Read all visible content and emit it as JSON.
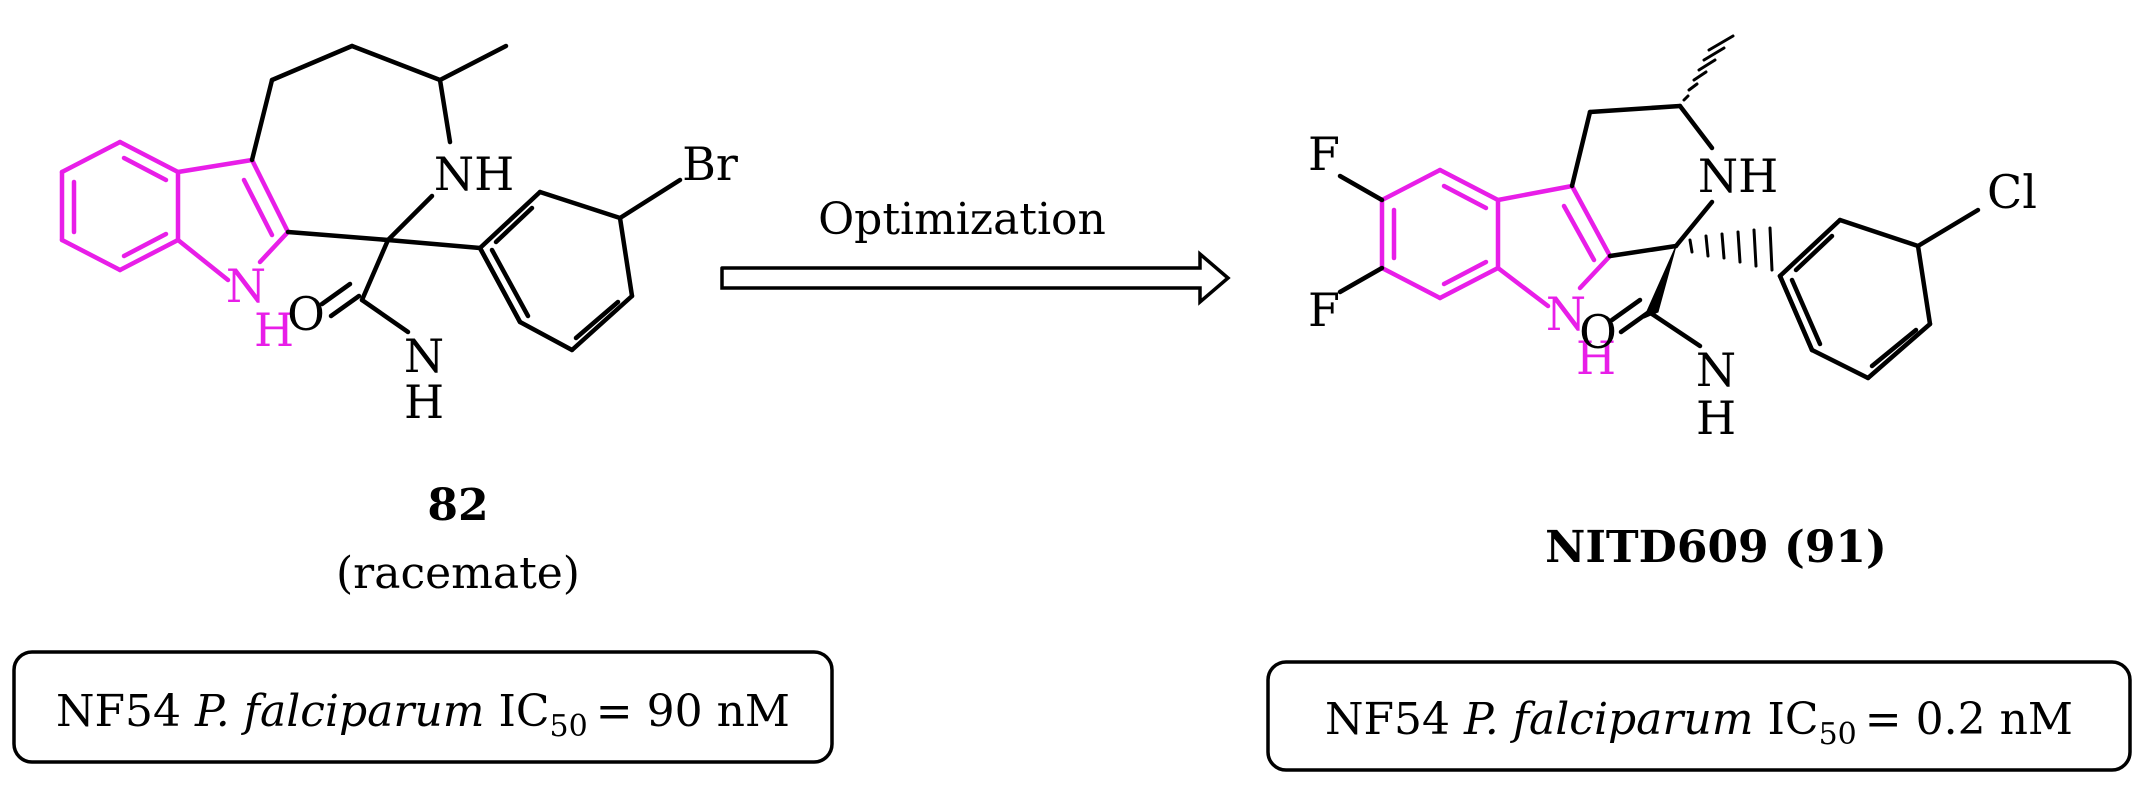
{
  "colors": {
    "bond": "#000000",
    "highlight": "#e81ee8",
    "background": "#ffffff"
  },
  "reaction": {
    "arrow_label": "Optimization"
  },
  "compound_left": {
    "number": "82",
    "note": "(racemate)",
    "atoms": {
      "n_indole": "N",
      "h_indole": "H",
      "nh_ring": "NH",
      "oxygen": "O",
      "n_lactam": "N",
      "h_lactam": "H",
      "halogen": "Br"
    },
    "assay": {
      "strain": "NF54",
      "species": "P. falciparum",
      "metric": "IC",
      "metric_sub": "50",
      "equals": "=",
      "value": "90 nM"
    }
  },
  "compound_right": {
    "name": "NITD609",
    "number": "(91)",
    "atoms": {
      "f_top": "F",
      "f_bottom": "F",
      "n_indole": "N",
      "h_indole": "H",
      "nh_ring": "NH",
      "oxygen": "O",
      "n_lactam": "N",
      "h_lactam": "H",
      "halogen": "Cl"
    },
    "assay": {
      "strain": "NF54",
      "species": "P. falciparum",
      "metric": "IC",
      "metric_sub": "50",
      "equals": "=",
      "value": "0.2 nM"
    }
  }
}
